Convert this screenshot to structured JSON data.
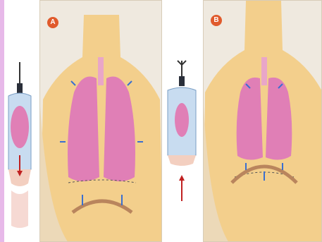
{
  "panels": [
    {
      "id": "A",
      "badge": "A"
    },
    {
      "id": "B",
      "badge": "B"
    }
  ],
  "colors": {
    "badge": "#e05a2c",
    "skin": "#f3cf8c",
    "lung": "#e07fb6",
    "diaphragm": "#b9855d",
    "arrow": "#3a6fd0",
    "jar": "#a9c6e6"
  },
  "icons": [
    "bell-jar-model",
    "lungs",
    "diaphragm",
    "arrow"
  ]
}
